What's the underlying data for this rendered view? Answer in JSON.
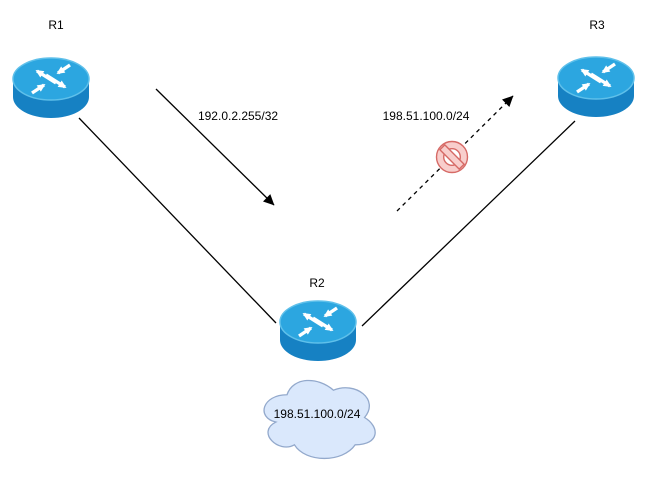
{
  "diagram": {
    "type": "network-routing-diagram",
    "routers": [
      {
        "id": "R1",
        "label": "R1"
      },
      {
        "id": "R2",
        "label": "R2"
      },
      {
        "id": "R3",
        "label": "R3"
      }
    ],
    "links": [
      {
        "from": "R1",
        "to": "R2",
        "style": "solid"
      },
      {
        "from": "R2",
        "to": "R3",
        "style": "solid"
      }
    ],
    "route_arrows": [
      {
        "label": "192.0.2.255/32",
        "style": "solid",
        "from": "R1",
        "to": "R2",
        "blocked": false
      },
      {
        "label": "198.51.100.0/24",
        "style": "dashed",
        "from": "R2",
        "to": "R3",
        "blocked": true
      }
    ],
    "cloud": {
      "label": "198.51.100.0/24",
      "attached_to": "R2"
    },
    "icons": {
      "router": "router-icon",
      "blocked": "no-entry-icon",
      "network": "cloud-icon"
    },
    "colors": {
      "background": "#ffffff",
      "router_top": "#2ca6e0",
      "router_side": "#1681c3",
      "router_rim": "#5fc0ea",
      "router_arrows": "#ffffff",
      "cloud_fill": "#dae8fc",
      "cloud_stroke": "#93a9cc",
      "blocked_fill": "#f8cecc",
      "blocked_stroke": "#d66a66",
      "line": "#000000",
      "label_text": "#000000"
    }
  }
}
